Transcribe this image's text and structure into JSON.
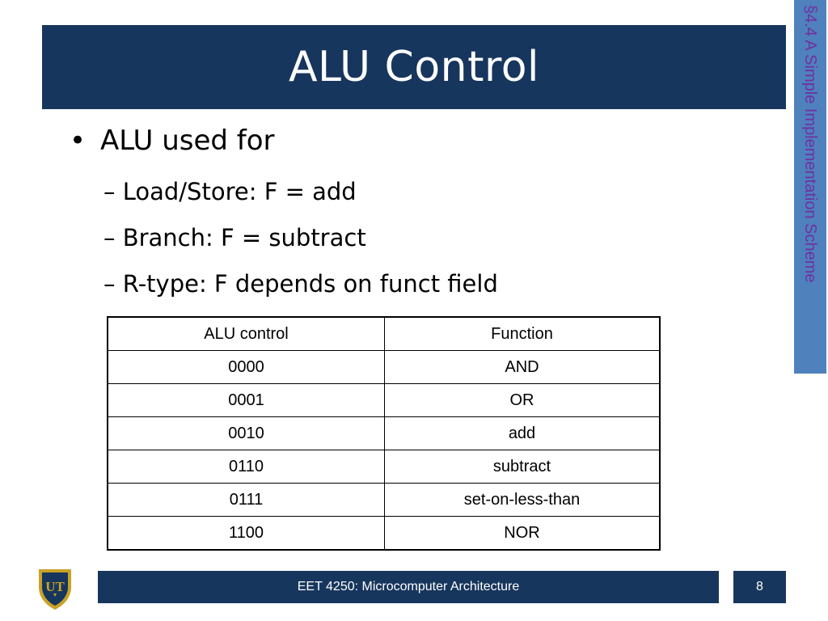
{
  "slide": {
    "title": "ALU Control",
    "section_tab": "§4.4 A Simple Implementation Scheme",
    "bullets": {
      "main": "ALU used for",
      "subs": [
        "– Load/Store: F = add",
        "– Branch: F = subtract",
        "– R-type: F depends on funct field"
      ]
    },
    "table": {
      "headers": [
        "ALU control",
        "Function"
      ],
      "rows": [
        [
          "0000",
          "AND"
        ],
        [
          "0001",
          "OR"
        ],
        [
          "0010",
          "add"
        ],
        [
          "0110",
          "subtract"
        ],
        [
          "0111",
          "set-on-less-than"
        ],
        [
          "1100",
          "NOR"
        ]
      ]
    },
    "footer": {
      "course": "EET 4250: Microcomputer Architecture",
      "page_number": "8"
    },
    "logo": {
      "letters": "UT",
      "icon": "university-shield-icon"
    },
    "colors": {
      "title_bar": "#17365d",
      "side_tab": "#4f81bd",
      "side_tab_text": "#7030a0",
      "footer": "#17365d"
    }
  }
}
